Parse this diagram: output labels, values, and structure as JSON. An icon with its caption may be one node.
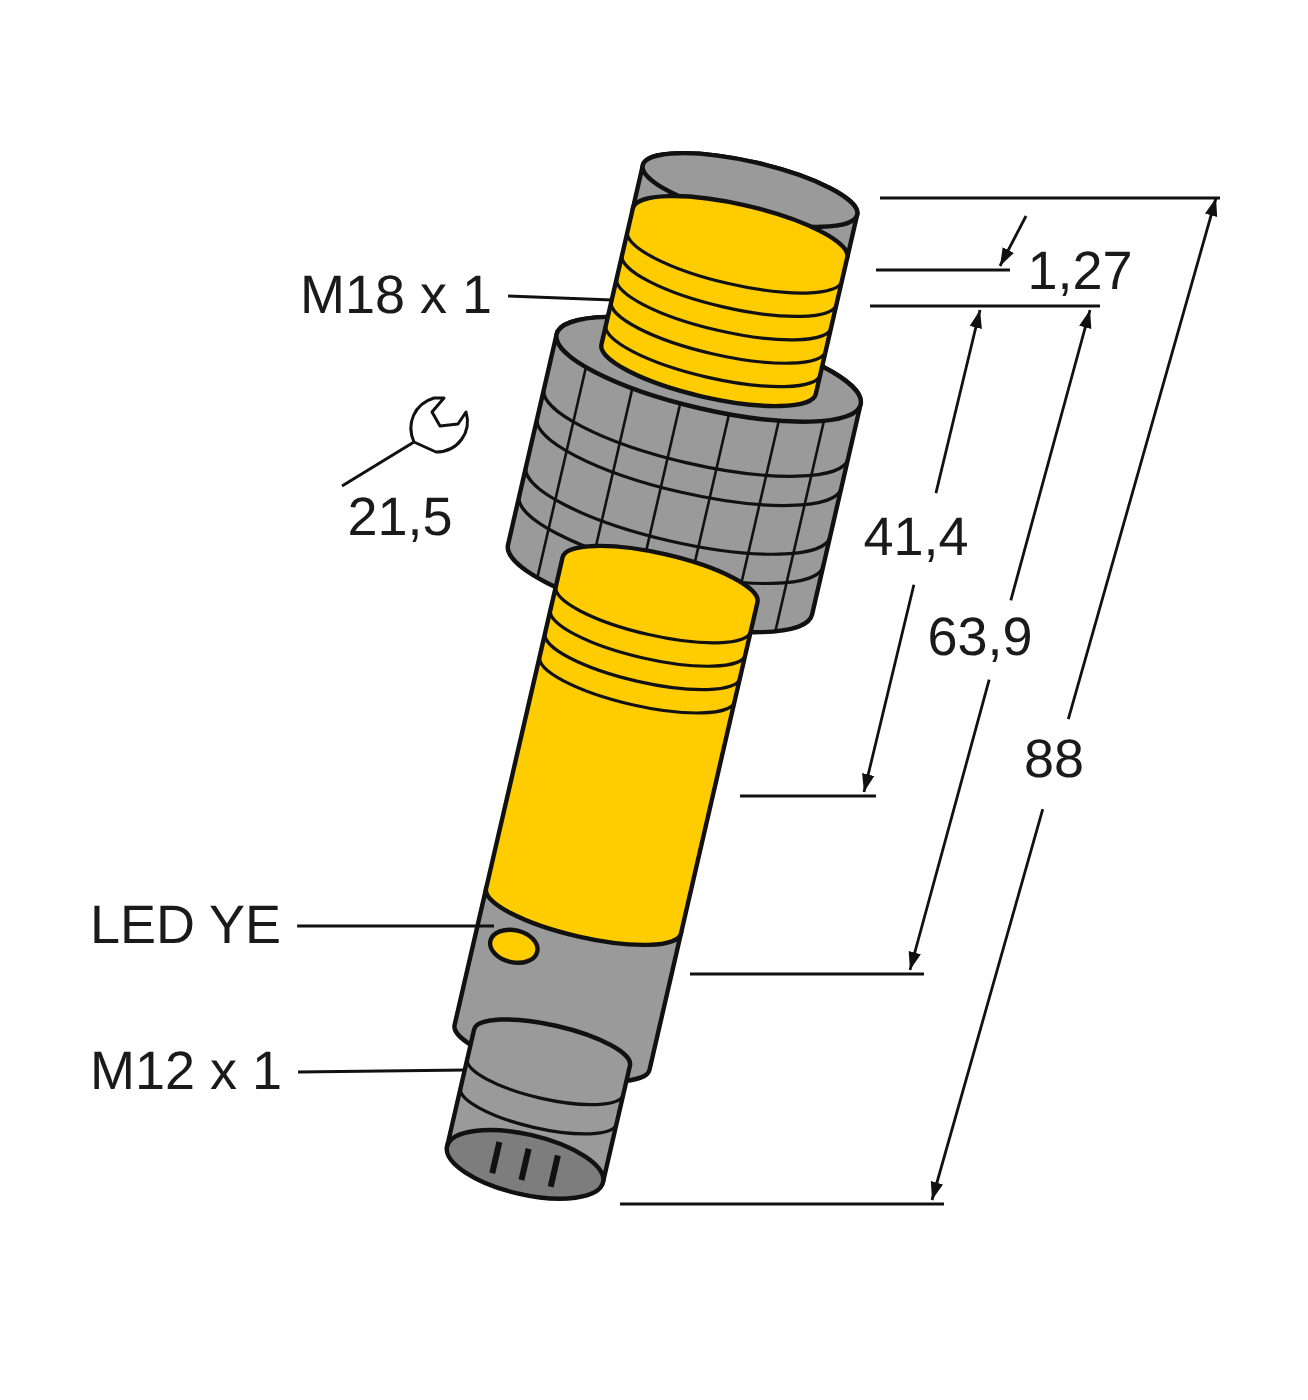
{
  "diagram": {
    "nodes": [
      {
        "text": [
          "M18 x 1"
        ]
      },
      {
        "text": [],
        "shape": "picture"
      },
      {
        "text": [
          "LED YE"
        ]
      },
      {
        "text": [],
        "shape": "circle"
      },
      {
        "text": [
          "M12 x 1"
        ]
      },
      {
        "text": [],
        "shape": "picture"
      }
    ],
    "edges": [
      {
        "from": 0,
        "to": 1,
        "arrow": "none"
      },
      {
        "from": 2,
        "to": 3,
        "arrow": "none"
      },
      {
        "from": 4,
        "to": 5,
        "arrow": "none"
      }
    ],
    "labels": [
      "1,27",
      "21,5",
      "41,4",
      "63,9",
      "88"
    ]
  }
}
